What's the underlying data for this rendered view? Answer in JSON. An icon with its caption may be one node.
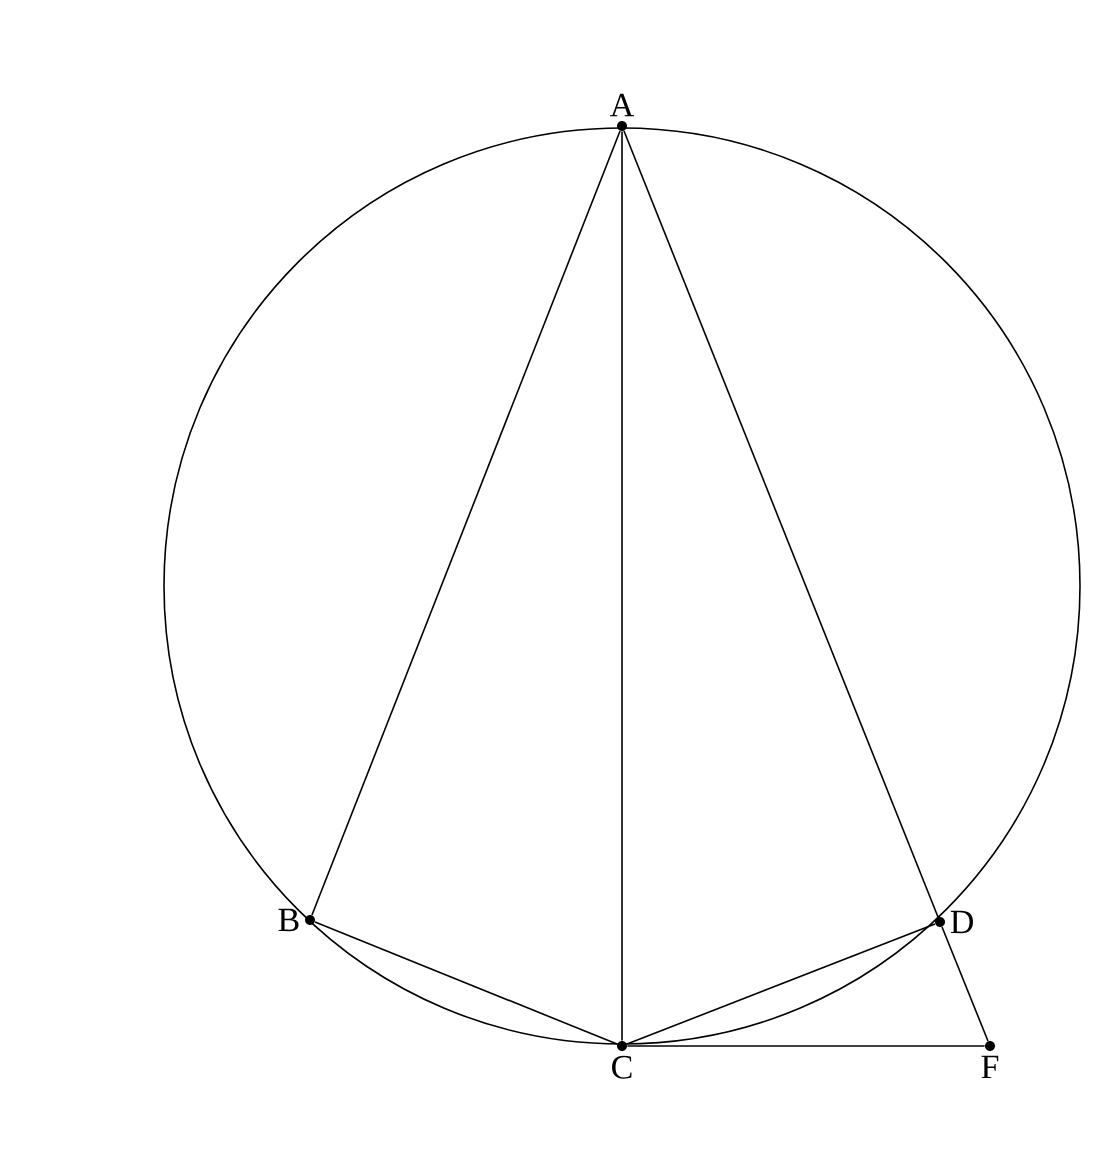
{
  "diagram": {
    "nodes": [
      {
        "text": [
          "A"
        ]
      },
      {
        "text": [
          "B"
        ]
      },
      {
        "text": [
          "C"
        ]
      },
      {
        "text": [
          "D"
        ]
      },
      {
        "text": [
          "F"
        ]
      }
    ],
    "edges": [
      {
        "from": 0,
        "to": 1,
        "arrow": "none"
      },
      {
        "from": 0,
        "to": 2,
        "arrow": "none"
      },
      {
        "from": 0,
        "to": 3,
        "arrow": "none"
      },
      {
        "from": 3,
        "to": 4,
        "arrow": "none"
      },
      {
        "from": 1,
        "to": 2,
        "arrow": "none"
      },
      {
        "from": 2,
        "to": 3,
        "arrow": "none"
      },
      {
        "from": 2,
        "to": 4,
        "arrow": "none"
      }
    ]
  }
}
